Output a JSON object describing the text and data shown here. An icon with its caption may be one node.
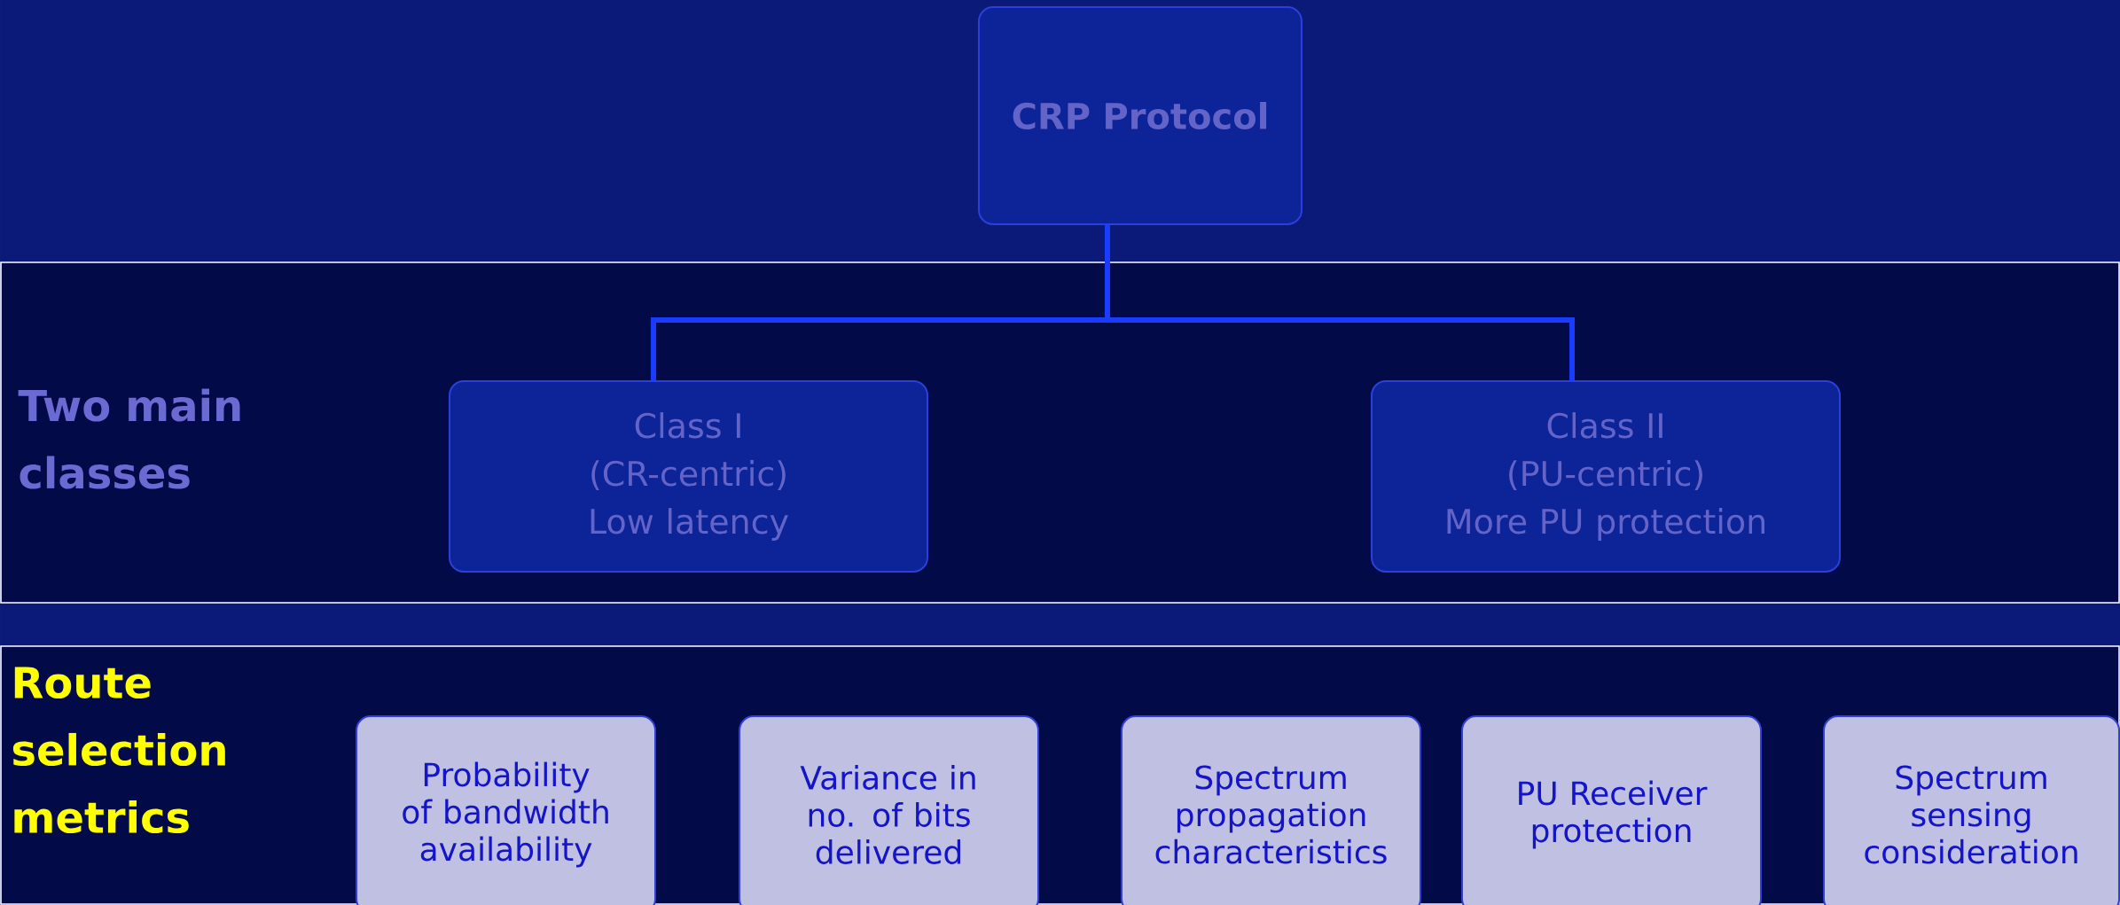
{
  "diagram": {
    "nodes": [
      {
        "text": [
          "CRP Protocol"
        ]
      },
      {
        "text": [
          "Two main classes"
        ]
      },
      {
        "text": [
          "Class I",
          "(CR-centric)",
          "Low latency"
        ],
        "in": 1
      },
      {
        "text": [
          "Class II",
          "(PU-centric)",
          "More PU protection"
        ],
        "in": 1
      },
      {
        "text": [
          "Route selection metrics"
        ]
      },
      {
        "text": [
          "Probability of bandwidth availability"
        ],
        "in": 4
      },
      {
        "text": [
          "Variance in no. of bits delivered"
        ],
        "in": 4
      },
      {
        "text": [
          "Spectrum propagation characteristics"
        ],
        "in": 4
      },
      {
        "text": [
          "PU Receiver protection"
        ],
        "in": 4
      },
      {
        "text": [
          "Spectrum sensing consideration"
        ],
        "in": 4
      }
    ],
    "edges": [
      {
        "from": 0,
        "to": 2,
        "arrow": "none"
      },
      {
        "from": 0,
        "to": 3,
        "arrow": "none"
      }
    ]
  }
}
